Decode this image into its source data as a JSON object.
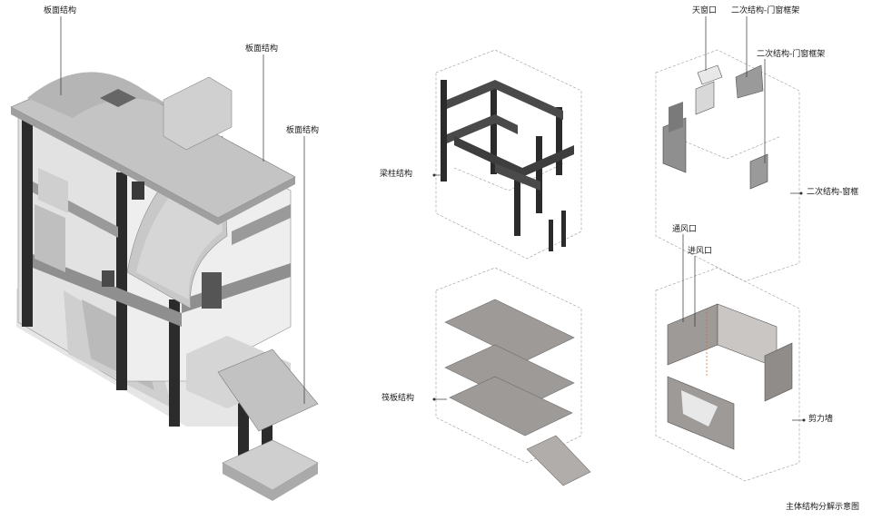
{
  "labels": {
    "slab_1": "板面结构",
    "slab_2": "板面结构",
    "slab_3": "板面结构",
    "beam_column": "梁柱结构",
    "floor_slab": "筏板结构",
    "skylight": "天窗口",
    "secondary_door_frame_1": "二次结构-门窗框架",
    "secondary_door_frame_2": "二次结构-门窗框架",
    "secondary_window_frame": "二次结构-窗框",
    "vent_1": "通风口",
    "vent_2": "进风口",
    "shear_wall": "剪力墙"
  },
  "caption": "主体结构分解示意图",
  "colors": {
    "concrete_light": "#d9d9d9",
    "concrete_mid": "#bdbdbd",
    "concrete_dark": "#8f8f8f",
    "column_black": "#2b2b2b",
    "slab_grey": "#9e9a98",
    "wall_white": "#ececec",
    "dash": "#9a9a9a",
    "accent_orange": "#c96a2b"
  }
}
